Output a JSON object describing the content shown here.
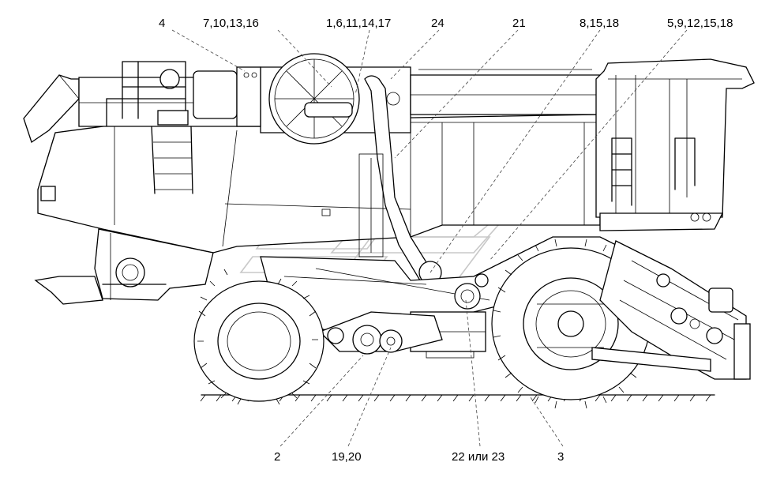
{
  "labels": {
    "l4": "4",
    "l7": "7,10,13,16",
    "l1": "1,6,11,14,17",
    "l24": "24",
    "l21": "21",
    "l8": "8,15,18",
    "l5": "5,9,12,15,18",
    "l2": "2",
    "l19": "19,20",
    "l22": "22 или 23",
    "l3": "3"
  }
}
